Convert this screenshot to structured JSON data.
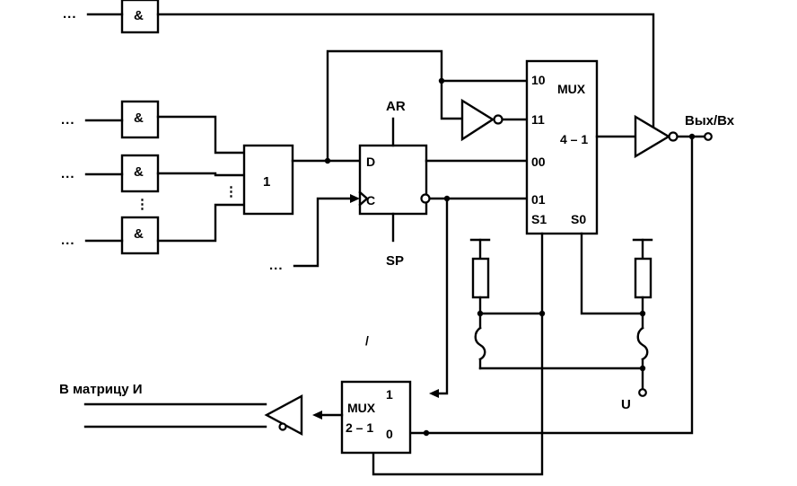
{
  "gates": {
    "and_symbol": "&",
    "or_symbol": "1",
    "ellipsis": "...",
    "vertical_ellipsis": "⋮"
  },
  "flip_flop": {
    "d_input": "D",
    "c_input": "C",
    "ar_label": "AR",
    "sp_label": "SP"
  },
  "mux4": {
    "title": "MUX",
    "ratio": "4 – 1",
    "inputs": [
      "10",
      "11",
      "00",
      "01"
    ],
    "select_s1": "S1",
    "select_s0": "S0"
  },
  "output": {
    "pin_label": "Вых/Вх"
  },
  "mux2": {
    "title": "MUX",
    "ratio": "2 – 1",
    "input_1": "1",
    "input_0": "0"
  },
  "matrix_label": "В матрицу И",
  "supply_label": "U",
  "stray_mark": "/"
}
